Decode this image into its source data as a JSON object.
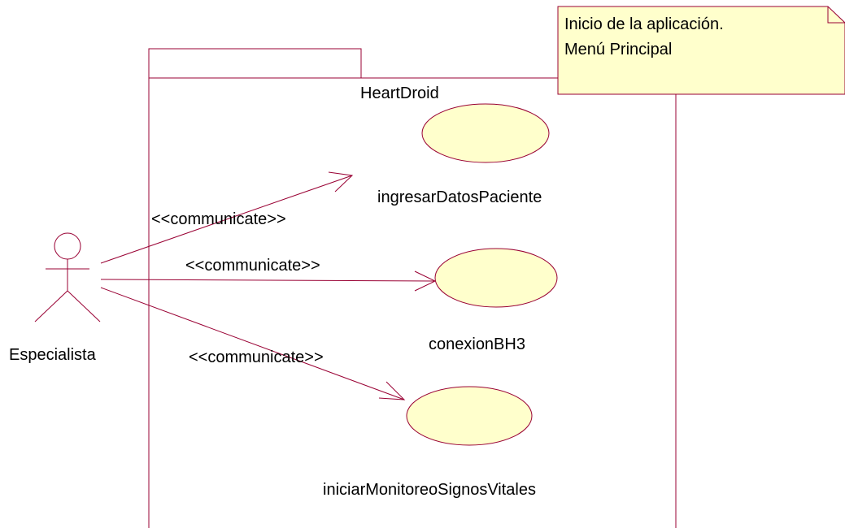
{
  "colors": {
    "line": "#990033",
    "usecase_fill": "#ffffcc",
    "note_fill": "#ffffcc",
    "text": "#000000"
  },
  "package": {
    "name": "HeartDroid"
  },
  "actor": {
    "name": "Especialista"
  },
  "use_cases": [
    {
      "name": "ingresarDatosPaciente"
    },
    {
      "name": "conexionBH3"
    },
    {
      "name": "iniciarMonitoreoSignosVitales"
    }
  ],
  "associations": [
    {
      "stereotype": "<<communicate>>",
      "target": "ingresarDatosPaciente"
    },
    {
      "stereotype": "<<communicate>>",
      "target": "conexionBH3"
    },
    {
      "stereotype": "<<communicate>>",
      "target": "iniciarMonitoreoSignosVitales"
    }
  ],
  "note": {
    "lines": [
      "Inicio de la aplicación.",
      "Menú Principal"
    ]
  }
}
